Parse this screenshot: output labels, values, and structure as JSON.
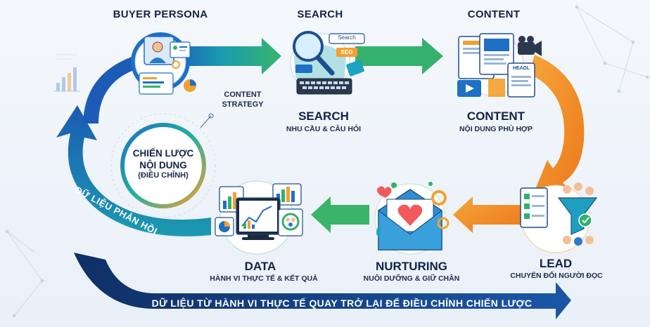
{
  "stages": {
    "buyer_persona": {
      "title": "BUYER PERSONA",
      "icon": "persona-icon"
    },
    "search": {
      "top_title": "SEARCH",
      "title": "SEARCH",
      "subtitle": "NHU CẦU & CÂU HỎI",
      "icon": "search-icon",
      "tag_search": "Search",
      "tag_seo": "SEO"
    },
    "content": {
      "top_title": "CONTENT",
      "title": "CONTENT",
      "subtitle": "NỘI DUNG PHÙ HỢP",
      "icon": "content-icon",
      "tag_headl": "HEADL"
    },
    "lead": {
      "title": "LEAD",
      "subtitle": "CHUYỂN ĐỔI NGƯỜI ĐỌC",
      "icon": "funnel-icon"
    },
    "nurturing": {
      "title": "NURTURING",
      "subtitle": "NUÔI DƯỠNG & GIỮ CHÂN",
      "icon": "email-heart-icon"
    },
    "data": {
      "title": "DATA",
      "subtitle": "HÀNH VI THỰC TẾ & KẾT QUẢ",
      "icon": "dashboard-icon"
    }
  },
  "content_strategy": {
    "line1": "CONTENT",
    "line2": "STRATEGY"
  },
  "center": {
    "line1": "CHIẾN LƯỢC",
    "line2": "NỘI DUNG",
    "line3": "(ĐIỀU CHỈNH)"
  },
  "feedback_label": "DỮ LIỆU PHẢN HỒI",
  "bottom_label": "DỮ LIỆU TỪ HÀNH VI THỰC TẾ QUAY TRỞ LẠI ĐỂ ĐIỀU CHỈNH CHIẾN LƯỢC",
  "colors": {
    "navy": "#132347",
    "blue": "#1f6fc4",
    "teal": "#17a3a3",
    "green": "#2fb36b",
    "orange": "#f08a24",
    "dark_blue": "#123a78"
  }
}
